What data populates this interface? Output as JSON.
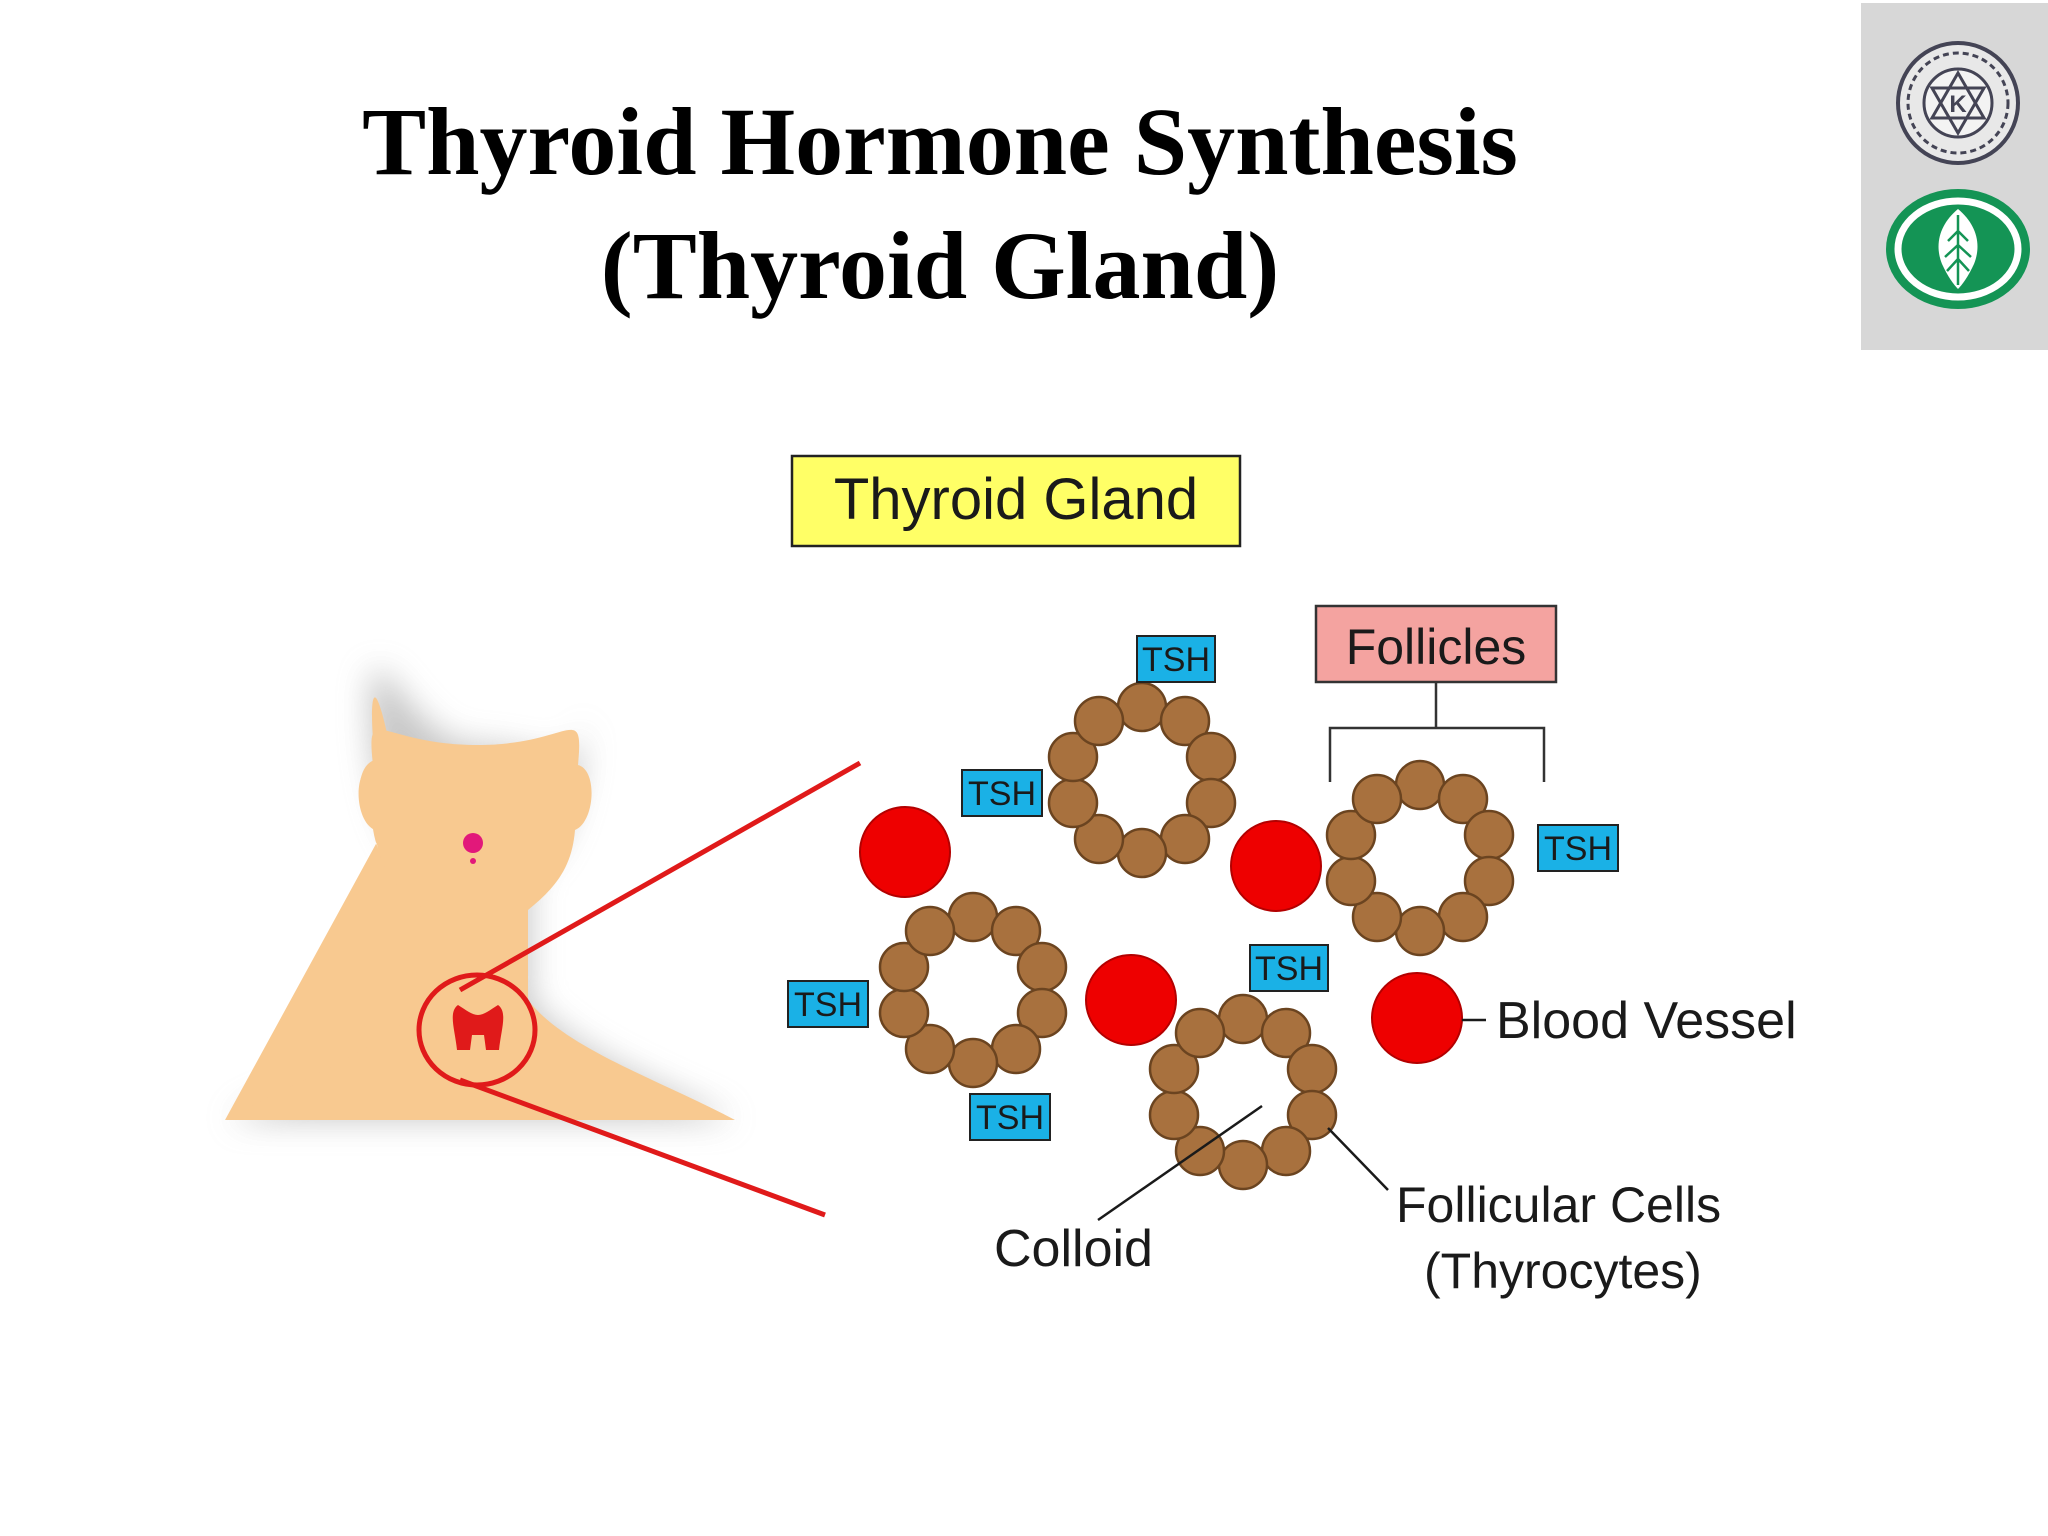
{
  "slide": {
    "title_line1": "Thyroid Hormone Synthesis",
    "title_line2": "(Thyroid Gland)"
  },
  "diagram": {
    "header_label": "Thyroid Gland",
    "follicles_label": "Follicles",
    "tsh_label": "TSH",
    "blood_vessel_label": "Blood Vessel",
    "colloid_label": "Colloid",
    "follicular_cells_line1": "Follicular Cells",
    "follicular_cells_line2": "(Thyrocytes)"
  },
  "colors": {
    "skin": "#f8c990",
    "thyroid_red": "#e01a1a",
    "blood_vessel": "#ee0000",
    "follicular_cell": "#a8713e",
    "follicular_cell_border": "#6b4420",
    "tsh_box": "#1ab1e6",
    "header_box": "#ffff66",
    "follicles_box": "#f4a3a0",
    "logo_panel": "#d7d7d7",
    "logo_green": "#149455"
  },
  "logos": [
    "university-seal-logo",
    "green-leaf-logo"
  ]
}
